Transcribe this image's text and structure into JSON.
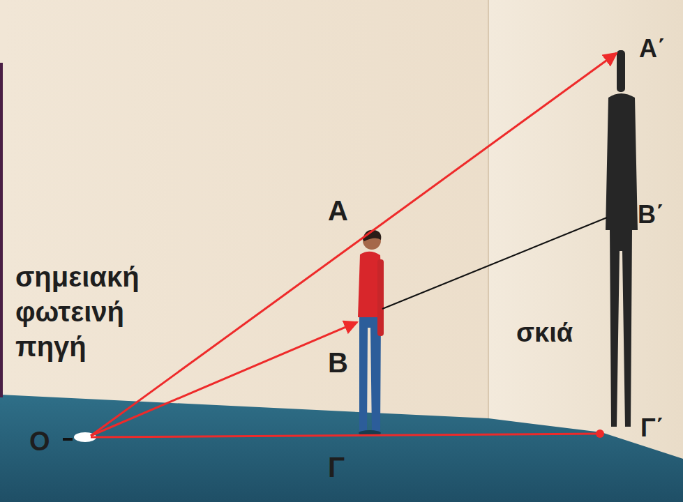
{
  "diagram": {
    "labels": [
      "Α",
      "Β",
      "Γ",
      "Ο",
      "Α΄",
      "Β΄",
      "Γ΄",
      "σημειακή φωτεινή πηγή",
      "σκιά"
    ]
  }
}
